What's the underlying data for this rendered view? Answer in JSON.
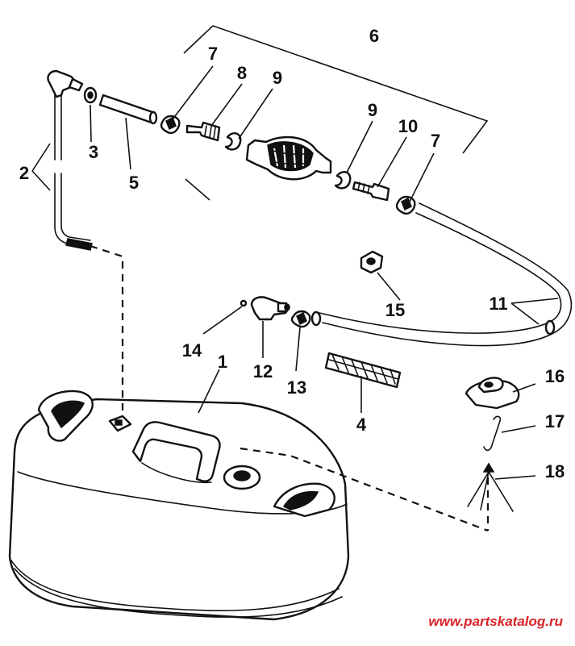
{
  "callouts": [
    {
      "id": "1",
      "label": "1"
    },
    {
      "id": "2",
      "label": "2"
    },
    {
      "id": "3",
      "label": "3"
    },
    {
      "id": "4",
      "label": "4"
    },
    {
      "id": "5",
      "label": "5"
    },
    {
      "id": "6",
      "label": "6"
    },
    {
      "id": "7a",
      "label": "7"
    },
    {
      "id": "7b",
      "label": "7"
    },
    {
      "id": "8",
      "label": "8"
    },
    {
      "id": "9a",
      "label": "9"
    },
    {
      "id": "9b",
      "label": "9"
    },
    {
      "id": "10",
      "label": "10"
    },
    {
      "id": "11",
      "label": "11"
    },
    {
      "id": "12",
      "label": "12"
    },
    {
      "id": "13",
      "label": "13"
    },
    {
      "id": "14",
      "label": "14"
    },
    {
      "id": "15",
      "label": "15"
    },
    {
      "id": "16",
      "label": "16"
    },
    {
      "id": "17",
      "label": "17"
    },
    {
      "id": "18",
      "label": "18"
    }
  ],
  "watermark": "www.partskatalog.ru",
  "colors": {
    "ink": "#111111",
    "paper": "#ffffff",
    "watermark": "#d8232a"
  }
}
